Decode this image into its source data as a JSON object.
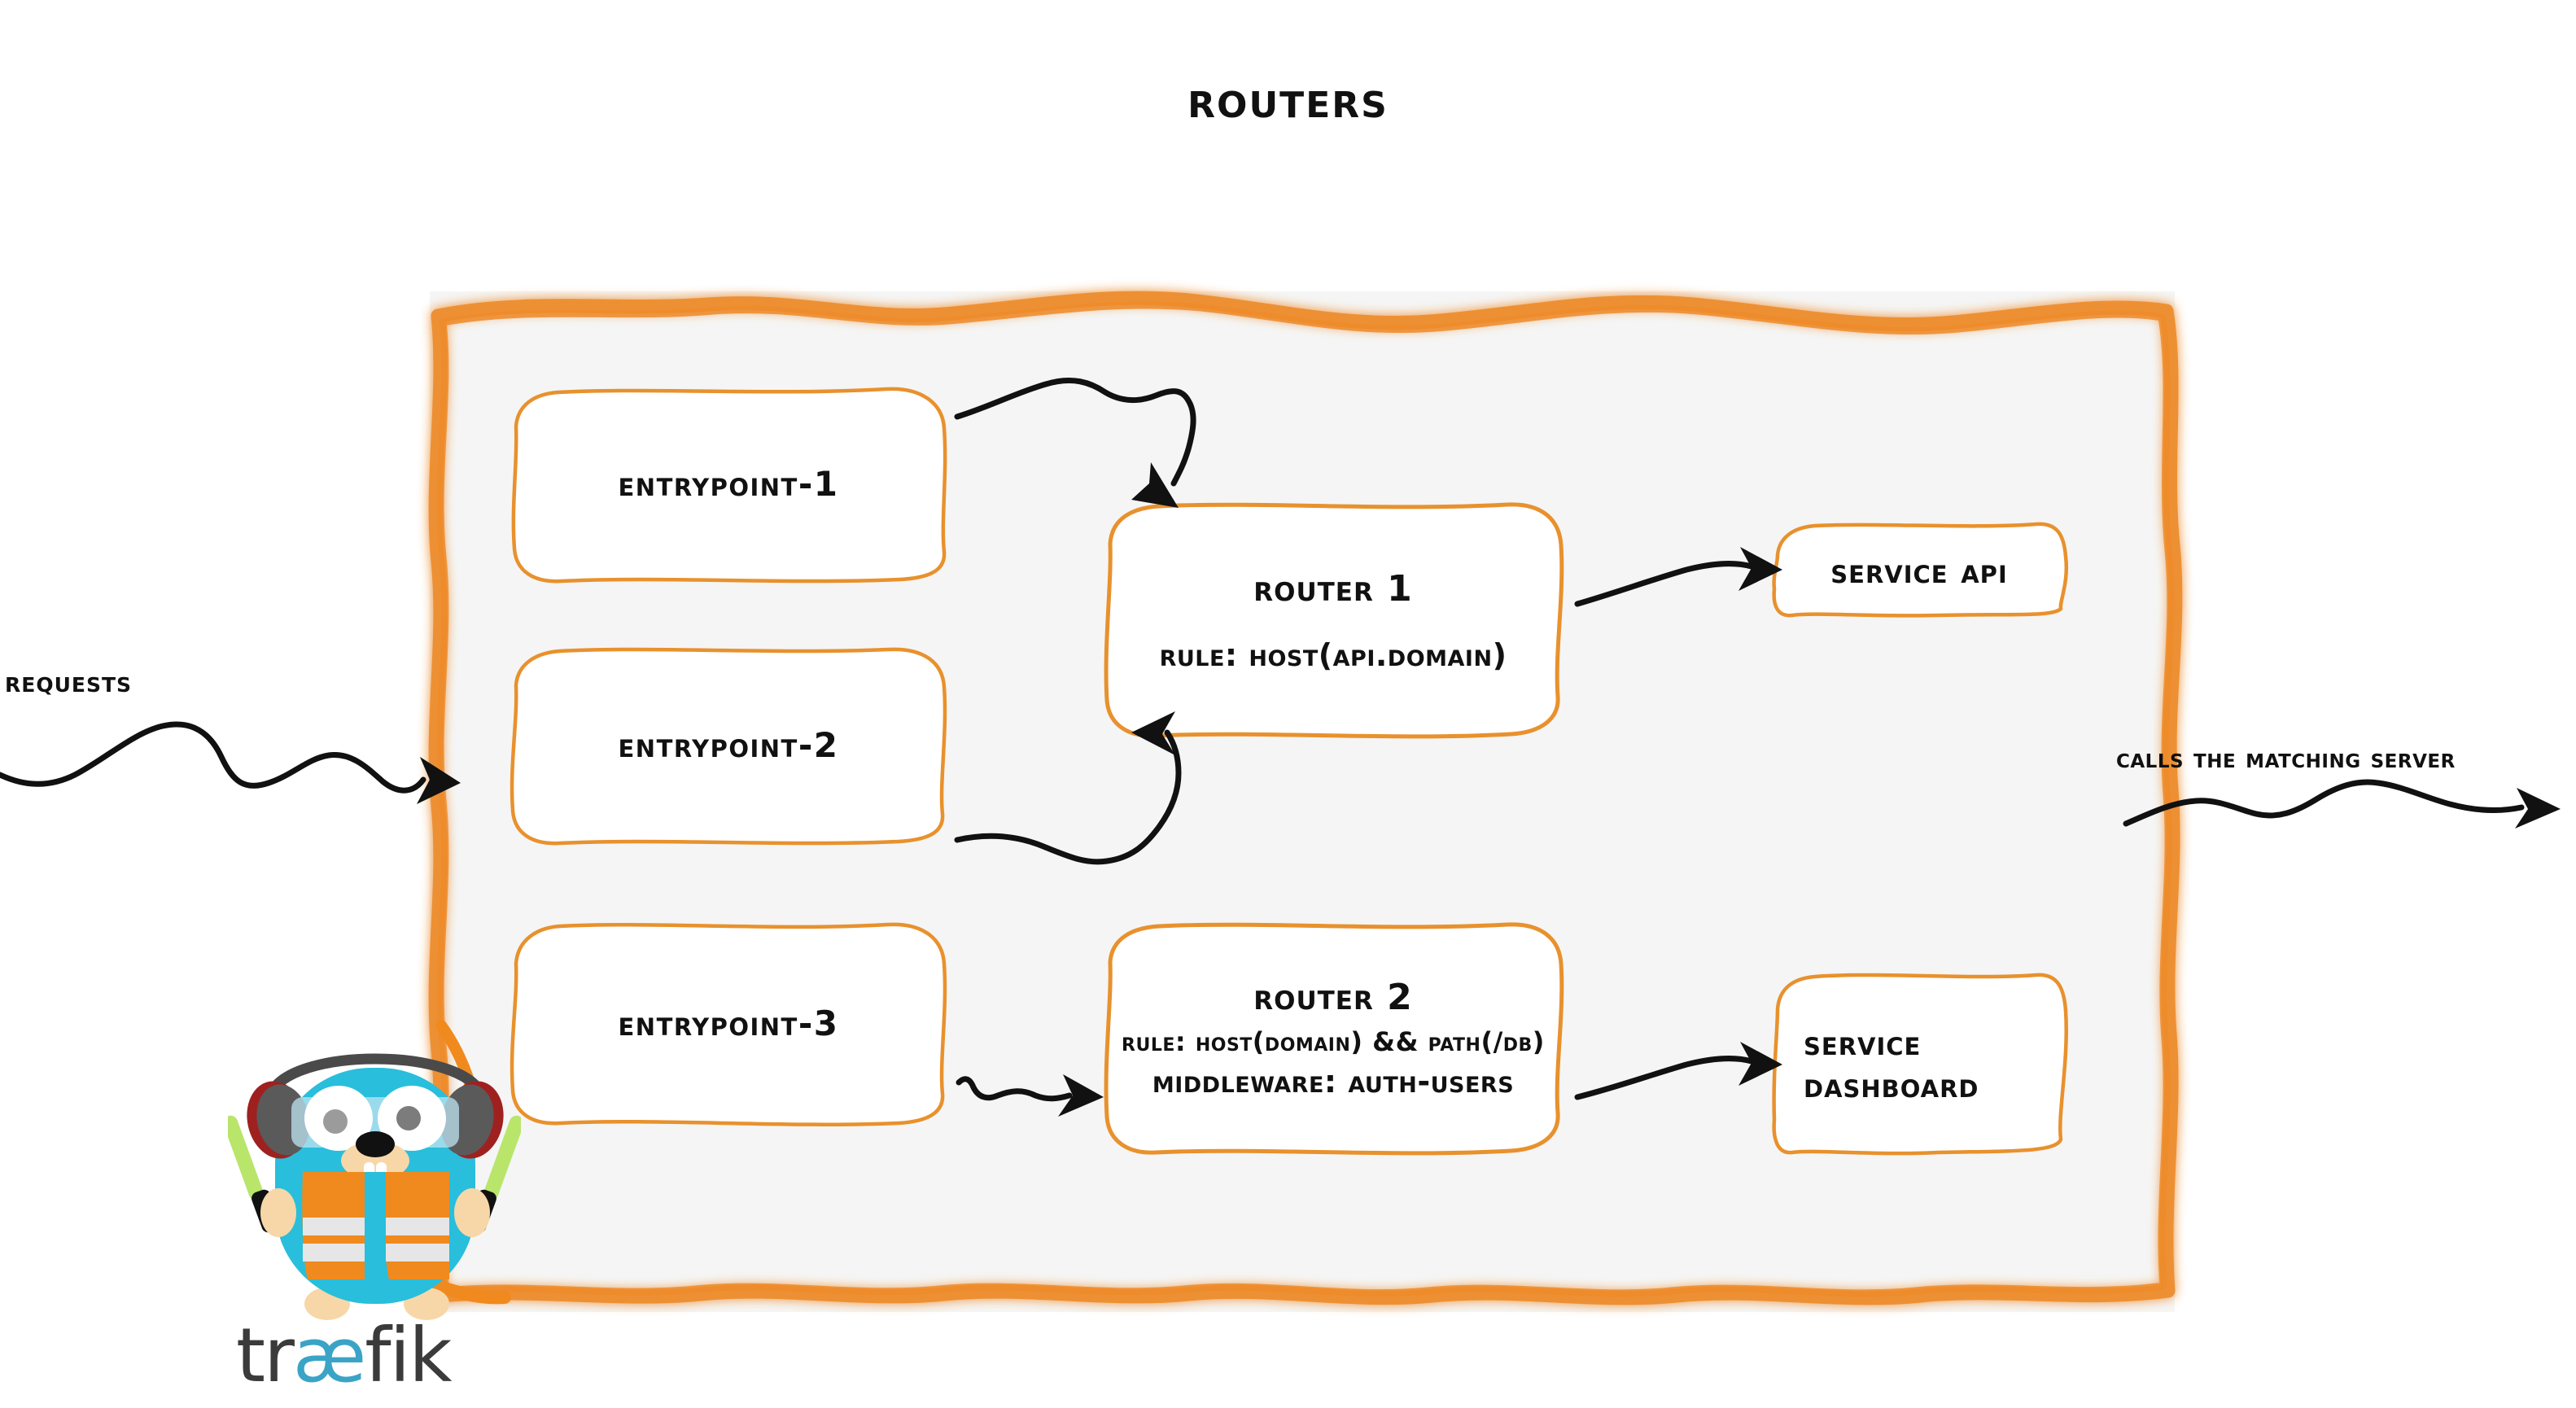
{
  "title": "Routers",
  "colors": {
    "brand_orange": "#ED8B2A",
    "box_orange": "#E8912D",
    "container_fill": "#F5F5F5",
    "ink": "#111111",
    "gopher_blue": "#29BEDB",
    "vest_orange": "#F08A1E",
    "wand_green": "#B9E56B",
    "logo_dark": "#3B3B3B",
    "logo_cyan": "#3AA4C6"
  },
  "side_labels": {
    "requests": "Requests",
    "calls": "Calls the matching server"
  },
  "entrypoints": [
    {
      "id": "entrypoint-1",
      "label": "entrypoint-1"
    },
    {
      "id": "entrypoint-2",
      "label": "entrypoint-2"
    },
    {
      "id": "entrypoint-3",
      "label": "entrypoint-3"
    }
  ],
  "routers": [
    {
      "id": "router-1",
      "title": "Router 1",
      "rule": "rule: Host(api.domain)",
      "middleware": ""
    },
    {
      "id": "router-2",
      "title": "Router 2",
      "rule": "rule: Host(domain) && Path(/db)",
      "middleware": "Middleware: auth-users"
    }
  ],
  "services": [
    {
      "id": "service-api",
      "label": "Service API"
    },
    {
      "id": "service-dashboard",
      "label_line1": "Service",
      "label_line2": "Dashboard"
    }
  ],
  "brand": {
    "wordmark_part1": "tr",
    "wordmark_ae": "æ",
    "wordmark_part2": "fik",
    "mascot": "traefik-gopher-mascot"
  },
  "arrows": [
    {
      "id": "arrow-ep1-router1",
      "from": "entrypoint-1",
      "to": "router-1"
    },
    {
      "id": "arrow-ep2-router1",
      "from": "entrypoint-2",
      "to": "router-1"
    },
    {
      "id": "arrow-ep3-router2",
      "from": "entrypoint-3",
      "to": "router-2"
    },
    {
      "id": "arrow-router1-serviceapi",
      "from": "router-1",
      "to": "service-api"
    },
    {
      "id": "arrow-router2-servicedashboard",
      "from": "router-2",
      "to": "service-dashboard"
    },
    {
      "id": "arrow-requests-in",
      "from": "requests",
      "to": "routers-container"
    },
    {
      "id": "arrow-calls-out",
      "from": "routers-container",
      "to": "server"
    }
  ]
}
